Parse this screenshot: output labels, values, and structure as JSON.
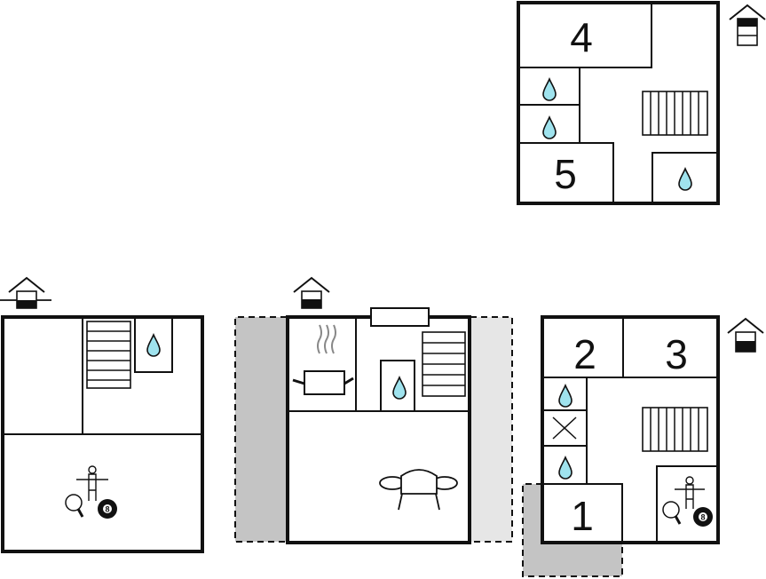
{
  "colors": {
    "wall": "#111111",
    "water": "#9fe3ee",
    "terrace_dark": "#c4c4c4",
    "terrace_light": "#e6e6e6"
  },
  "icons": [
    "house-level-icon",
    "water-drop-icon",
    "stairs-icon",
    "table-tennis-icon",
    "billiard-ball-icon",
    "table-football-icon",
    "cooking-pot-icon",
    "sofa-icon",
    "x-mark-icon"
  ],
  "plans": {
    "upper": {
      "rooms": [
        {
          "label": "4"
        },
        {
          "label": "5"
        }
      ]
    },
    "ground": {
      "rooms": [
        {
          "label": "2"
        },
        {
          "label": "3"
        },
        {
          "label": "1"
        }
      ]
    },
    "billiard": {
      "label": "8"
    }
  }
}
